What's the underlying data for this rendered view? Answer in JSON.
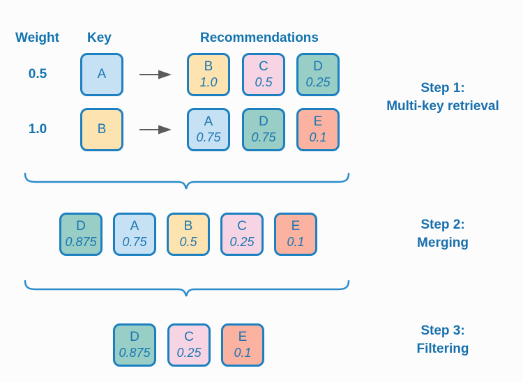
{
  "colors": {
    "background": "#fcfcfc",
    "box_border": "#1c7fc0",
    "box_text": "#1a76b2",
    "heading_text": "#1273af",
    "step_text": "#186fad",
    "brace": "#2b8ccb",
    "arrow": "#5b5b5b",
    "fill_blue": "#c7e1f4",
    "fill_yellow": "#fce3b0",
    "fill_pink": "#f7d4e4",
    "fill_teal": "#98cec5",
    "fill_salmon": "#fbb2a0"
  },
  "headers": {
    "weight": "Weight",
    "key": "Key",
    "recommendations": "Recommendations"
  },
  "retrieval_rows": [
    {
      "weight": "0.5",
      "key": {
        "label": "A",
        "color": "blue"
      },
      "recommendations": [
        {
          "label": "B",
          "score": "1.0",
          "color": "yellow"
        },
        {
          "label": "C",
          "score": "0.5",
          "color": "pink"
        },
        {
          "label": "D",
          "score": "0.25",
          "color": "teal"
        }
      ]
    },
    {
      "weight": "1.0",
      "key": {
        "label": "B",
        "color": "yellow"
      },
      "recommendations": [
        {
          "label": "A",
          "score": "0.75",
          "color": "blue"
        },
        {
          "label": "D",
          "score": "0.75",
          "color": "teal"
        },
        {
          "label": "E",
          "score": "0.1",
          "color": "salmon"
        }
      ]
    }
  ],
  "merged": [
    {
      "label": "D",
      "score": "0.875",
      "color": "teal"
    },
    {
      "label": "A",
      "score": "0.75",
      "color": "blue"
    },
    {
      "label": "B",
      "score": "0.5",
      "color": "yellow"
    },
    {
      "label": "C",
      "score": "0.25",
      "color": "pink"
    },
    {
      "label": "E",
      "score": "0.1",
      "color": "salmon"
    }
  ],
  "filtered": [
    {
      "label": "D",
      "score": "0.875",
      "color": "teal"
    },
    {
      "label": "C",
      "score": "0.25",
      "color": "pink"
    },
    {
      "label": "E",
      "score": "0.1",
      "color": "salmon"
    }
  ],
  "steps": [
    {
      "line1": "Step 1:",
      "line2": "Multi-key retrieval"
    },
    {
      "line1": "Step 2:",
      "line2": "Merging"
    },
    {
      "line1": "Step 3:",
      "line2": "Filtering"
    }
  ]
}
